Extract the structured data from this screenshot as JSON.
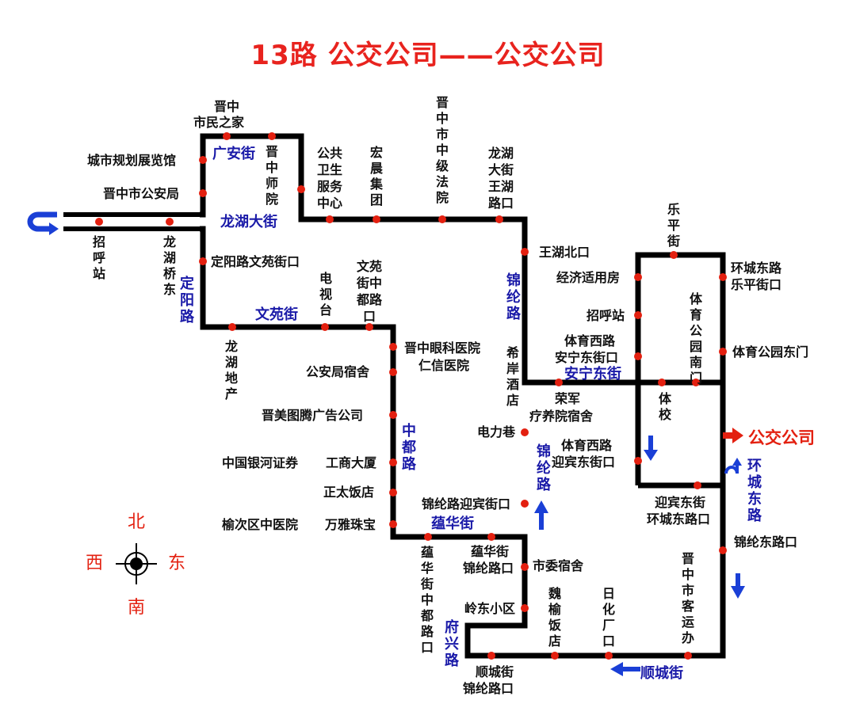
{
  "title": "13路  公交公司——公交公司",
  "stops": {
    "zhaohuzhan": "招呼站",
    "longhuqiaodong": "龙湖桥东",
    "gonganju": "晋中市公安局",
    "guihuaguan": "城市规划展览馆",
    "shiminzhijia_1": "晋中",
    "shiminzhijia_2": "市民之家",
    "shifanyuan": "晋中师院",
    "weisheng": "公共卫生服务中心",
    "hongchen": "宏晨集团",
    "fayuan": "晋中市中级法院",
    "wanghu": "龙湖大街王湖路口",
    "wanghubeikou": "王湖北口",
    "dingyang_wenyuan": "定阳路文苑街口",
    "dianshitai": "电视台",
    "wenyuan_zhongdu": "文苑街中都路口",
    "longhudichan": "龙湖地产",
    "yanke_1": "晋中眼科医院",
    "yanke_2": "仁信医院",
    "ganganjusushe": "公安局宿舍",
    "jinmei": "晋美图腾广告公司",
    "yinhe": "中国银河证券",
    "gongshang": "工商大厦",
    "zhengtai": "正太饭店",
    "zhongyiyuan": "榆次区中医院",
    "wanya": "万雅珠宝",
    "jinglun_yingbin": "锦纶路迎宾街口",
    "xian": "希岸酒店",
    "dianlixiang": "电力巷",
    "jingji": "经济适用房",
    "zhaohu2": "招呼站",
    "tiyu_anning_1": "体育西路",
    "tiyu_anning_2": "安宁东街口",
    "rongjun_1": "荣军",
    "rongjun_2": "疗养院宿舍",
    "tiyu_yingbin_1": "体育西路",
    "tiyu_yingbin_2": "迎宾东街口",
    "lepingjie": "乐平街",
    "huancheng_leping_1": "环城东路",
    "huancheng_leping_2": "乐平街口",
    "tiyugongyuan_nan": "体育公园南门",
    "tiyugongyuan_dong": "体育公园东门",
    "tixiao": "体校",
    "yingbin_huancheng_1": "迎宾东街",
    "yingbin_huancheng_2": "环城东路口",
    "jinglundonglukou": "锦纶东路口",
    "yunhua_jinglun_1": "蕴华街",
    "yunhua_jinglun_2": "锦纶路口",
    "yunhua_zhongdu": "蕴华街中都路口",
    "shiwei": "市委宿舍",
    "lingdong": "岭东小区",
    "weiyu": "魏榆饭店",
    "rihua": "日化厂口",
    "keyunban": "晋中市客运办",
    "shuncheng_1": "顺城街",
    "shuncheng_2": "锦纶路口"
  },
  "streets": {
    "guangan": "广安街",
    "longhu": "龙湖大街",
    "dingyang": "定阳路",
    "wenyuan": "文苑街",
    "jinglun_a": "锦纶路",
    "jinglun_b": "锦纶路",
    "anning": "安宁东街",
    "zhongdu": "中都路",
    "yunhua": "蕴华街",
    "fuxing": "府兴路",
    "shuncheng": "顺城街",
    "huancheng": "环城东路"
  },
  "destination": "公交公司",
  "compass": {
    "north": "北",
    "south": "南",
    "east": "东",
    "west": "西"
  },
  "colors": {
    "route": "#000000",
    "stop": "#e32010",
    "street_label": "#1a1aa8",
    "arrow": "#1a3fd6",
    "title": "#e8231e"
  },
  "icons": {
    "start": "u-turn-icon",
    "compass": "compass-icon",
    "dest_arrow": "arrow-right-icon"
  }
}
